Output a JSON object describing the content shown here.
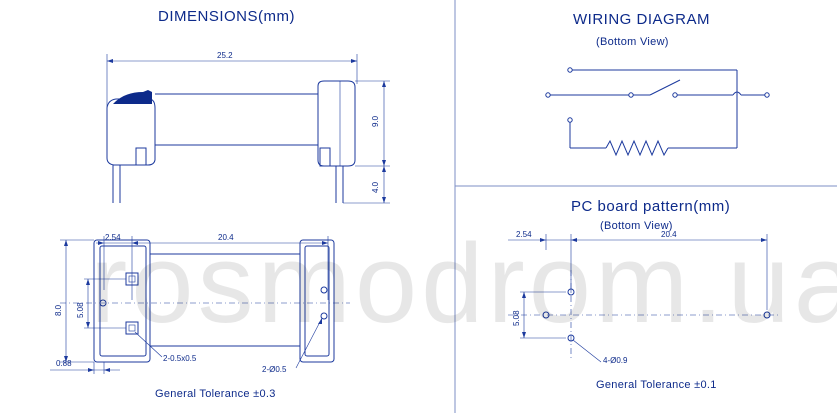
{
  "dimensions": {
    "title": "DIMENSIONS(mm)",
    "length": "25.2",
    "height_body": "9.0",
    "height_pin": "4.0",
    "pitch_a": "2.54",
    "pitch_b": "20.4",
    "width": "8.0",
    "row_spacing": "5.08",
    "offset": "0.88",
    "pin_square": "2-0.5x0.5",
    "pin_round": "2-Ø0.5",
    "tolerance": "General Tolerance   ±0.3"
  },
  "wiring": {
    "title": "WIRING    DIAGRAM",
    "view": "(Bottom   View)"
  },
  "pcb": {
    "title": "PC board pattern(mm)",
    "view": "(Bottom   View)",
    "pitch_a": "2.54",
    "pitch_b": "20.4",
    "row_spacing": "5.08",
    "holes": "4-Ø0.9",
    "tolerance": "General Tolerance   ±0.1"
  },
  "watermark": "rosmodrom.ua",
  "colors": {
    "ink": "#1c3a9e",
    "divider": "#7d8fc4",
    "fill": "#0d2a8a"
  }
}
